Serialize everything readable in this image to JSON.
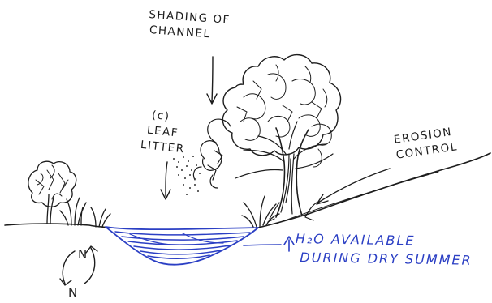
{
  "labels": {
    "shading": {
      "line1": "SHADING OF",
      "line2": "CHANNEL"
    },
    "leaf_litter": {
      "marker": "(c)",
      "line1": "LEAF",
      "line2": "LITTER"
    },
    "erosion": {
      "line1": "EROSION",
      "line2": "CONTROL"
    },
    "water": {
      "line1": "H₂O AVAILABLE",
      "line2": "DURING DRY SUMMER"
    },
    "nitrogen": {
      "top": "N",
      "bottom": "N"
    }
  },
  "colors": {
    "ink": "#1d1d1d",
    "water": "#2b3fc4"
  }
}
